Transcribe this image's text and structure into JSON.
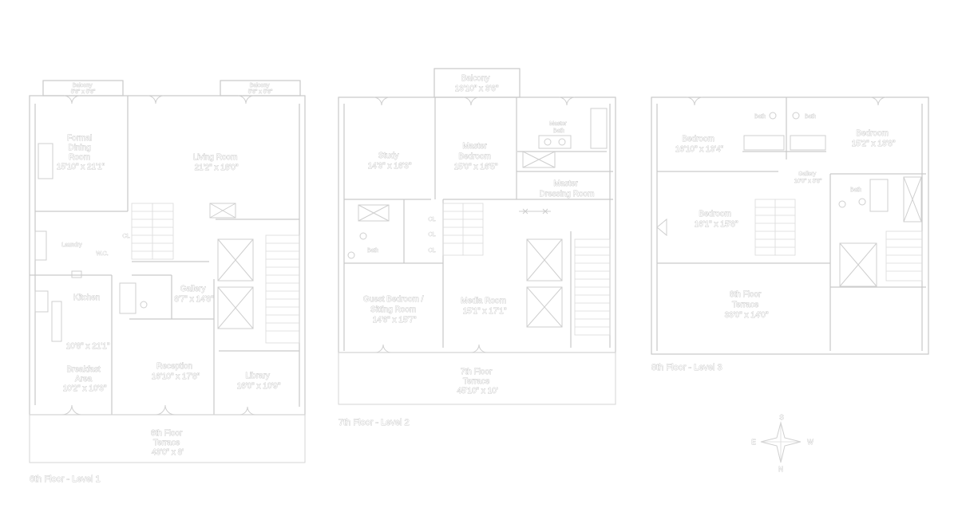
{
  "floors": [
    {
      "caption": "6th Floor - Level 1",
      "rooms": {
        "balcony_left": [
          "Balcony",
          "5'6\" x 5'6\""
        ],
        "balcony_right": [
          "Balcony",
          "5'6\" x 5'6\""
        ],
        "dining": [
          "Formal",
          "Dining",
          "Room",
          "15'10\" x 21'1\""
        ],
        "living": [
          "Living Room",
          "21'2\" x 18'0\""
        ],
        "laundry": [
          "Laundry"
        ],
        "wc": [
          "W.C."
        ],
        "closet": [
          "CL"
        ],
        "gallery": [
          "Gallery",
          "8'7\" x 14'8\""
        ],
        "kitchen": [
          "Kitchen",
          "10'8\" x 21'1\""
        ],
        "breakfast": [
          "Breakfast",
          "Area",
          "10'2\" x 10'3\""
        ],
        "reception": [
          "Reception",
          "16'10\" x 17'8\""
        ],
        "library": [
          "Library",
          "16'0\" x 10'9\""
        ],
        "terrace": [
          "6th Floor",
          "Terrace",
          "43'0\" x 8'"
        ]
      }
    },
    {
      "caption": "7th Floor - Level 2",
      "rooms": {
        "balcony": [
          "Balcony",
          "13'10\" x 3'6\""
        ],
        "study": [
          "Study",
          "14'3\" x 16'3\""
        ],
        "master_bedroom": [
          "Master",
          "Bedroom",
          "15'0\" x 16'5\""
        ],
        "master_bath": [
          "Master",
          "Bath"
        ],
        "master_dressing": [
          "Master",
          "Dressing Room"
        ],
        "bath": [
          "Bath"
        ],
        "cl1": [
          "CL"
        ],
        "cl2": [
          "CL"
        ],
        "cl3": [
          "CL"
        ],
        "guest": [
          "Guest Bedroom /",
          "Sitting Room",
          "14'6\" x 15'7\""
        ],
        "media": [
          "Media Room",
          "15'1\" x 17'1\""
        ],
        "terrace": [
          "7th Floor",
          "Terrace",
          "45'10\" x 10'"
        ]
      }
    },
    {
      "caption": "8th Floor - Level 3",
      "rooms": {
        "bedroom_left": [
          "Bedroom",
          "16'10\" x 13'4\""
        ],
        "bath_left": [
          "Bath"
        ],
        "bath_right": [
          "Bath"
        ],
        "bedroom_right": [
          "Bedroom",
          "15'2\" x 13'8\""
        ],
        "gallery": [
          "Gallery",
          "10'0\" x 3'8\""
        ],
        "bath_mid": [
          "Bath"
        ],
        "bedroom_mid": [
          "Bedroom",
          "16'1\" x 15'8\""
        ],
        "terrace": [
          "8th Floor",
          "Terrace",
          "33'0\" x 14'0\""
        ]
      }
    }
  ],
  "compass": {
    "n": "N",
    "s": "S",
    "e": "E",
    "w": "W"
  }
}
